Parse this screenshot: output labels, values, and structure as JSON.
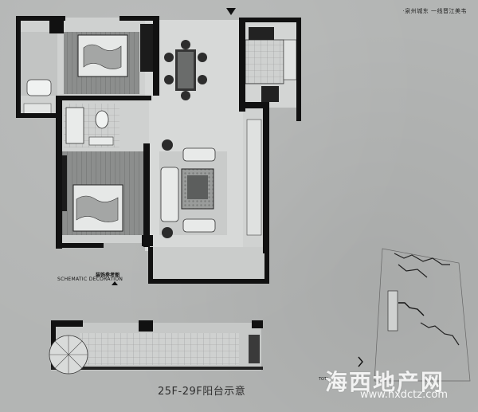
{
  "header": {
    "location_note": "·泉州城东 一线晋江美韦"
  },
  "plan": {
    "decor_label_cn": "装饰参考图",
    "decor_label_en": "SCHEMATIC DECORATION"
  },
  "balcony": {
    "caption": "25F-29F阳台示意"
  },
  "site_plan": {
    "label": "TOTA"
  },
  "watermark": {
    "brand": "海西地产网",
    "url": "www.hxdctz.com"
  },
  "colors": {
    "paper": "#b3b5b4",
    "wall": "#111111",
    "watermark": "#ffffff"
  }
}
